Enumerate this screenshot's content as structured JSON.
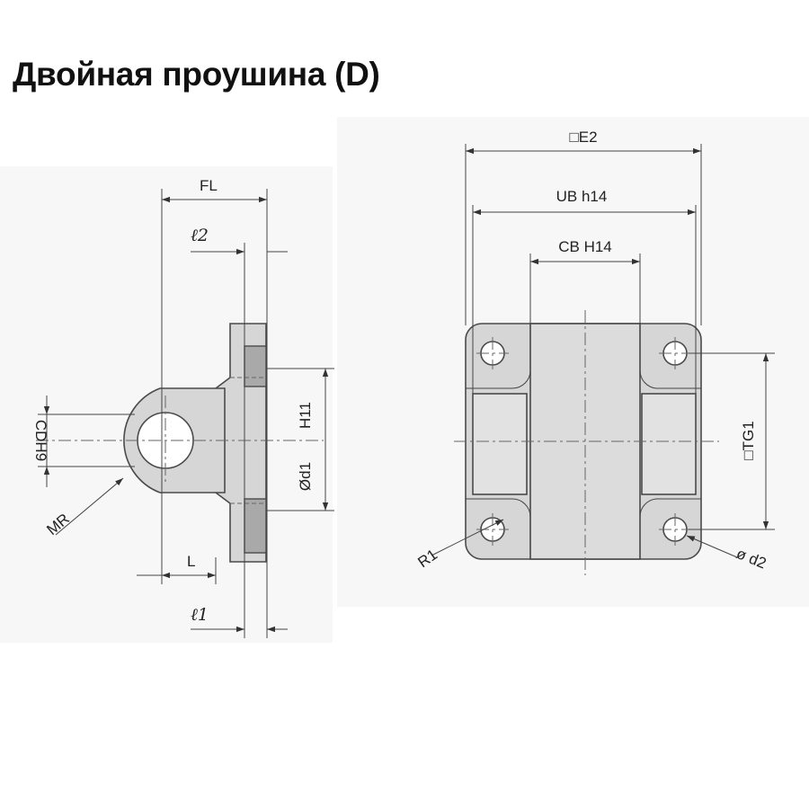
{
  "title": "Двойная проушина (D)",
  "side_view": {
    "labels": {
      "fl": "FL",
      "l2": "ℓ2",
      "cdh9": "CDH9",
      "h11": "H11",
      "od1": "Ød1",
      "mr": "MR",
      "l": "L",
      "l1": "ℓ1"
    }
  },
  "front_view": {
    "labels": {
      "e2": "□E2",
      "ub": "UB h14",
      "cb": "CB H14",
      "tg1": "□TG1",
      "r1": "R1",
      "od2": "ø d2"
    }
  },
  "colors": {
    "part_fill": "#d6d6d6",
    "dark_fill": "#a9a9a9",
    "outline": "#4a4a4a",
    "background_panel": "#f6f6f6"
  }
}
